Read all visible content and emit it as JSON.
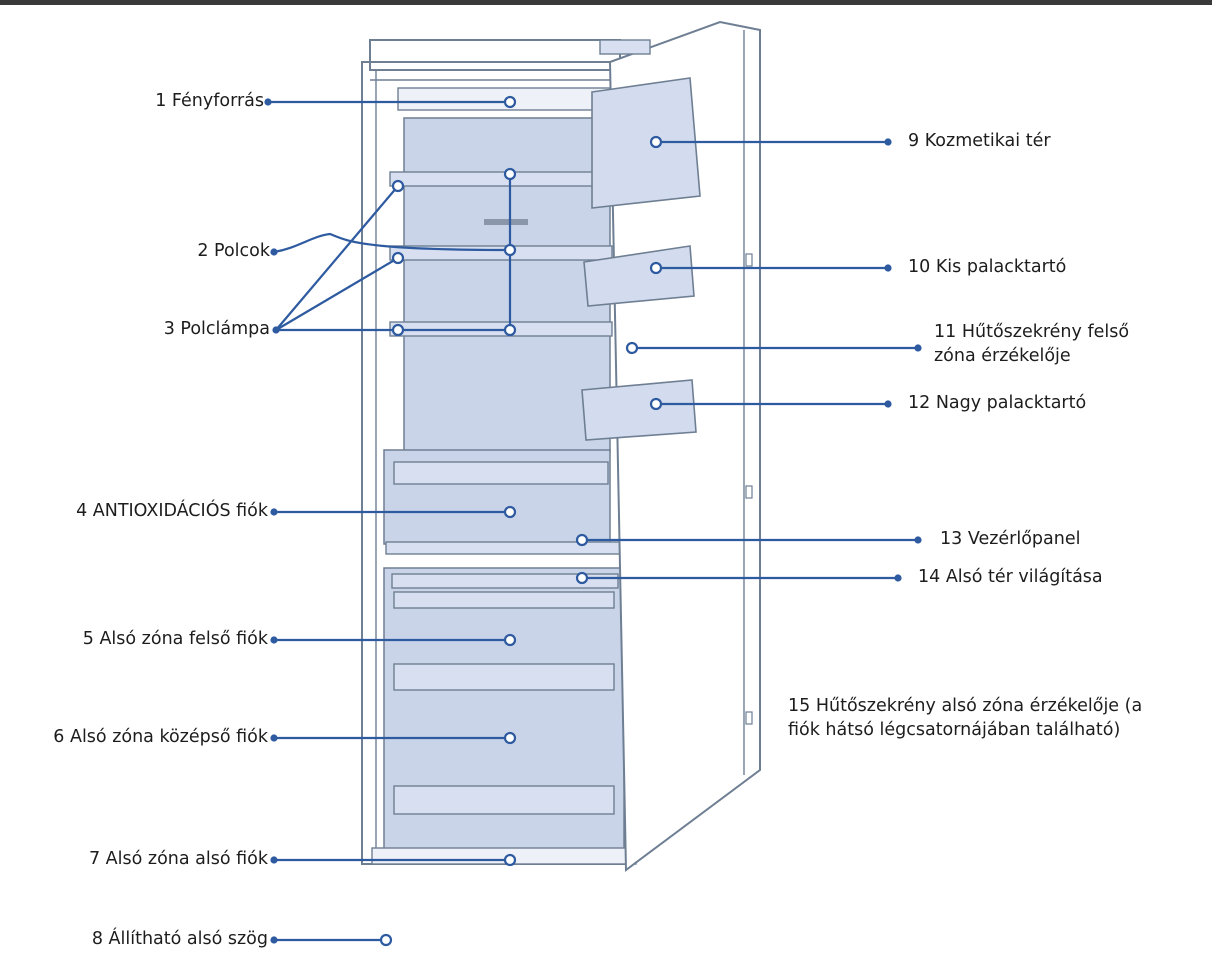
{
  "colors": {
    "accent": "#2e5aa0",
    "interior": "#c9d4e9",
    "outline": "#6f7f93",
    "text": "#1d1d1d"
  },
  "labels": {
    "l1": "1 Fényforrás",
    "l2": "2 Polcok",
    "l3": "3 Polclámpa",
    "l4": "4 ANTIOXIDÁCIÓS fiók",
    "l5": "5 Alsó zóna felső fiók",
    "l6": "6 Alsó zóna középső fiók",
    "l7": "7 Alsó zóna alsó fiók",
    "l8": "8 Állítható alsó szög",
    "l9": "9 Kozmetikai tér",
    "l10": "10 Kis palacktartó",
    "l11a": "11 Hűtőszekrény felső",
    "l11b": "zóna érzékelője",
    "l12": "12 Nagy palacktartó",
    "l13": "13 Vezérlőpanel",
    "l14": "14 Alsó tér világítása",
    "l15a": "15 Hűtőszekrény alsó zóna érzékelője (a",
    "l15b": "fiók hátsó légcsatornájában található)"
  }
}
